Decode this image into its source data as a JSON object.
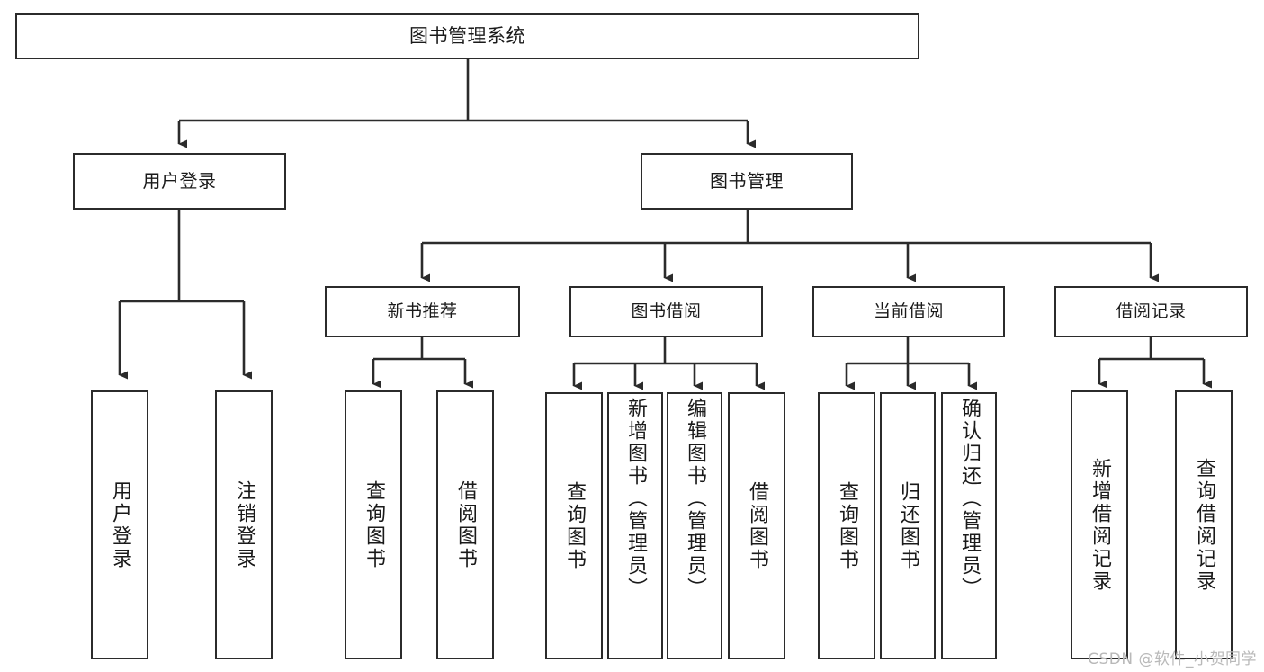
{
  "diagram": {
    "title": "图书管理系统",
    "type": "tree",
    "watermark": "CSDN @软件_小贺同学",
    "colors": {
      "stroke": "#2b2b2b",
      "fill": "#ffffff",
      "text": "#1a1a1a",
      "watermark": "#b9b9b9"
    },
    "nodes": {
      "root": {
        "label": "图书管理系统"
      },
      "level1": [
        {
          "label": "用户登录"
        },
        {
          "label": "图书管理"
        }
      ],
      "level2": [
        {
          "label": "新书推荐"
        },
        {
          "label": "图书借阅"
        },
        {
          "label": "当前借阅"
        },
        {
          "label": "借阅记录"
        }
      ],
      "leaves_user_login": [
        {
          "label": "用户登录"
        },
        {
          "label": "注销登录"
        }
      ],
      "leaves_new_book": [
        {
          "label": "查询图书"
        },
        {
          "label": "借阅图书"
        }
      ],
      "leaves_borrow": [
        {
          "label": "查询图书"
        },
        {
          "label": "新增图书（管理员）"
        },
        {
          "label": "编辑图书（管理员）"
        },
        {
          "label": "借阅图书"
        }
      ],
      "leaves_current": [
        {
          "label": "查询图书"
        },
        {
          "label": "归还图书"
        },
        {
          "label": "确认归还（管理员）"
        }
      ],
      "leaves_record": [
        {
          "label": "新增借阅记录"
        },
        {
          "label": "查询借阅记录"
        }
      ]
    }
  }
}
